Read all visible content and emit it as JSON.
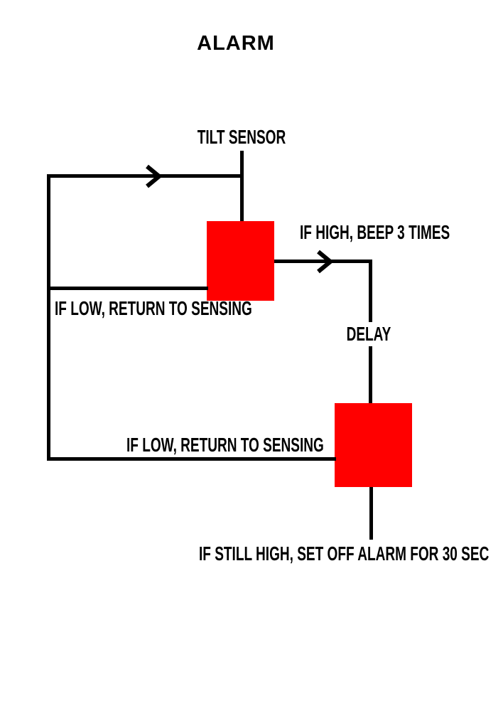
{
  "diagram": {
    "title": "ALARM",
    "labels": {
      "tilt_sensor": "TILT SENSOR",
      "if_high": "IF HIGH, BEEP 3 TIMES",
      "if_low_return_1": "IF LOW, RETURN TO SENSING",
      "delay": "DELAY",
      "if_low_return_2": "IF LOW, RETURN TO SENSING",
      "if_still_high": "IF STILL HIGH, SET OFF ALARM FOR 30 SEC"
    },
    "nodes": [
      {
        "id": "sense-decision-box",
        "shape": "rectangle",
        "fill": "#FF0000"
      },
      {
        "id": "recheck-decision-box",
        "shape": "rectangle",
        "fill": "#FF0000"
      }
    ],
    "colors": {
      "background": "#FFFFFF",
      "line": "#000000",
      "text": "#000000",
      "box_fill": "#FF0000"
    },
    "icons": {
      "arrow_right": "chevron-right"
    }
  }
}
